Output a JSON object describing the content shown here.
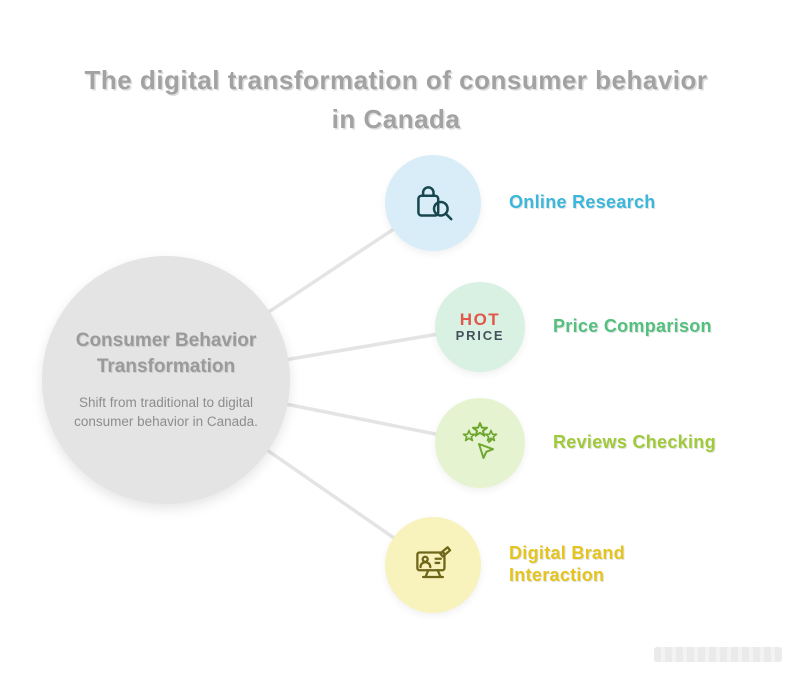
{
  "title": "The digital transformation of consumer behavior in Canada",
  "center": {
    "heading": "Consumer Behavior Transformation",
    "description": "Shift from traditional to digital consumer behavior in Canada."
  },
  "nodes": [
    {
      "label": "Online Research",
      "icon": "shopping-search-icon",
      "circle_color": "#d9edf8",
      "icon_color": "#17464f",
      "label_color": "#3ab7da"
    },
    {
      "label": "Price Comparison",
      "icon": "hot-price-icon",
      "icon_text_top": "HOT",
      "icon_text_bottom": "PRICE",
      "circle_color": "#d9f1e3",
      "hot_color": "#e2564b",
      "price_color": "#45525c",
      "label_color": "#53c07e"
    },
    {
      "label": "Reviews Checking",
      "icon": "stars-click-icon",
      "circle_color": "#e5f3d0",
      "icon_color": "#6fa62f",
      "label_color": "#9fca3a"
    },
    {
      "label": "Digital Brand Interaction",
      "icon": "monitor-interaction-icon",
      "circle_color": "#f8f2bd",
      "icon_color": "#6e6618",
      "label_color": "#e4c41d"
    }
  ],
  "connector_color": "#e4e4e4"
}
